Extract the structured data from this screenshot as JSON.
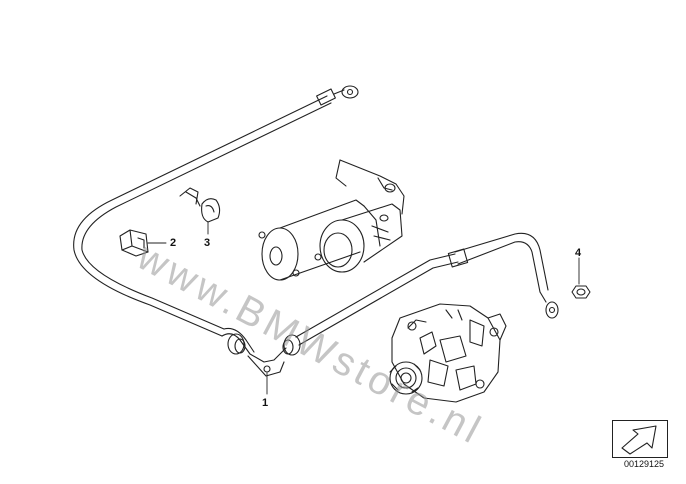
{
  "diagram": {
    "callouts": {
      "one": "1",
      "two": "2",
      "three": "3",
      "four": "4"
    },
    "watermark": "www.BMWstore.nl",
    "reference_number": "00129125"
  },
  "colors": {
    "line": "#222222",
    "watermark": "#969696"
  }
}
